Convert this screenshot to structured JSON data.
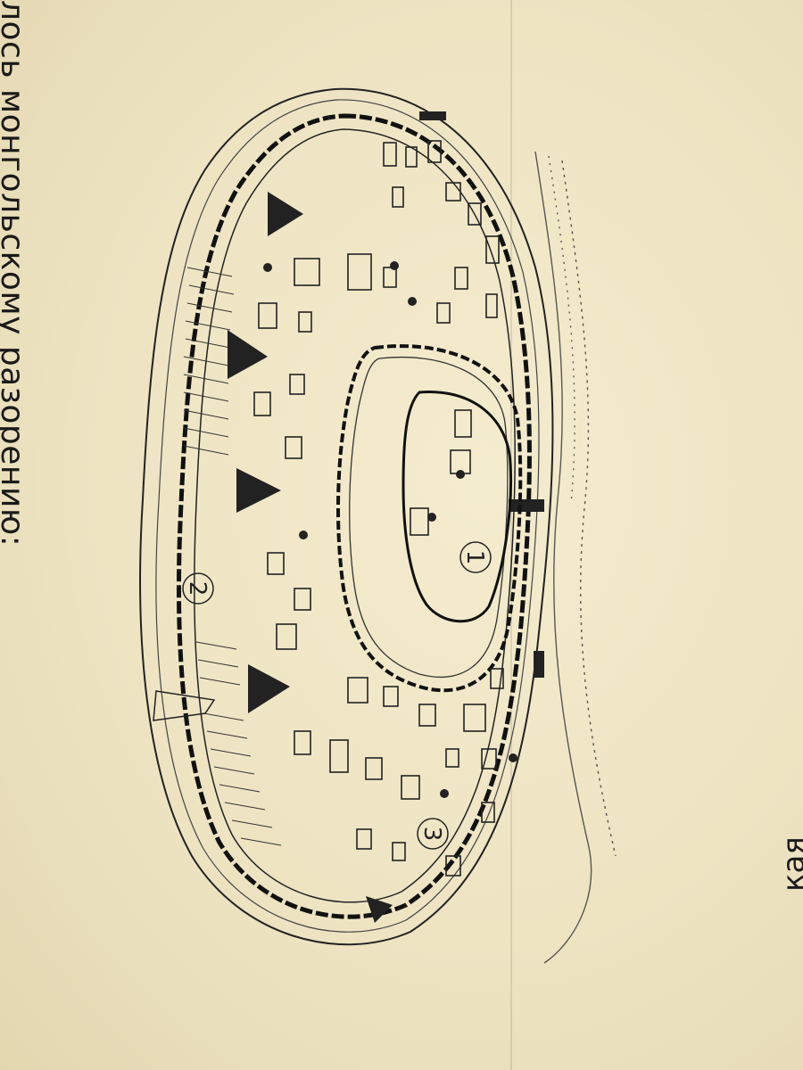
{
  "caption_left": "лось монгольскому разорению:",
  "caption_right": "кая",
  "map": {
    "markers": [
      {
        "label": "1"
      },
      {
        "label": "2"
      },
      {
        "label": "3"
      }
    ]
  },
  "colors": {
    "paper": "#efe6c5",
    "ink": "#1a1a1a"
  }
}
